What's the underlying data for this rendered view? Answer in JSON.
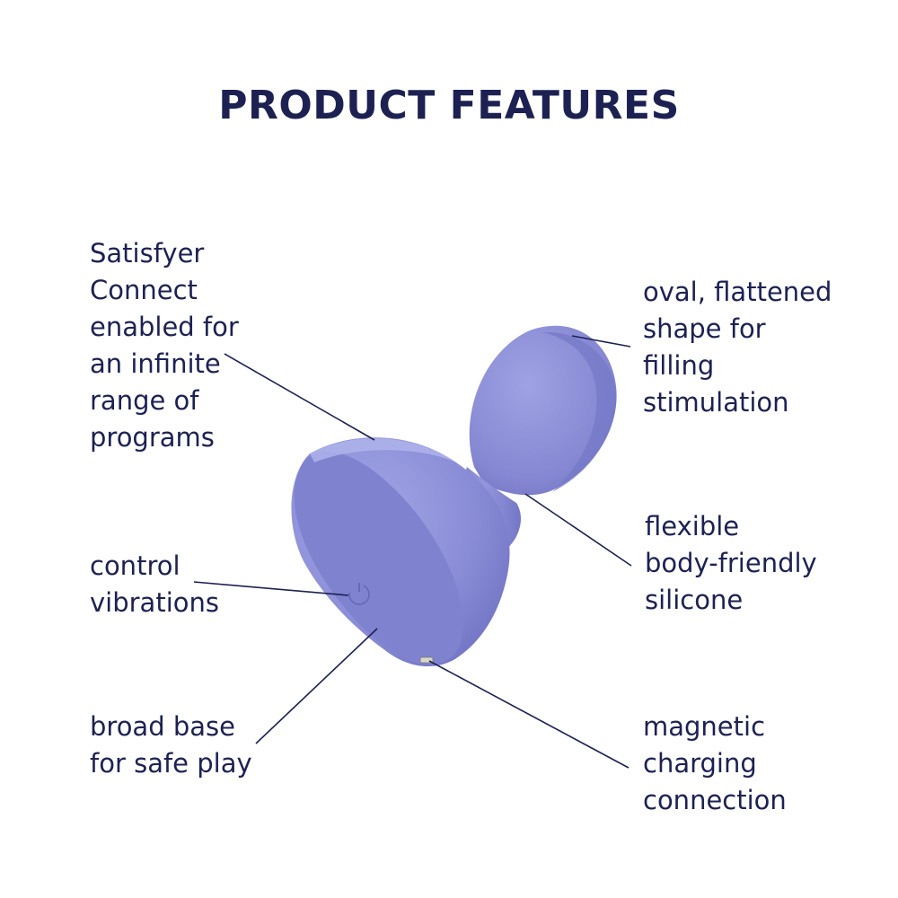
{
  "title": "PRODUCT FEATURES",
  "colors": {
    "text": "#1d2152",
    "product": "#8a8dd6",
    "product_shadow": "#6f72c2",
    "product_highlight": "#a7aae6",
    "leader": "#1d2152"
  },
  "features": {
    "connect": [
      "Satisfyer",
      "Connect",
      "enabled for",
      "an infinite",
      "range of",
      "programs"
    ],
    "control": [
      "control",
      "vibrations"
    ],
    "base": [
      "broad base",
      "for safe play"
    ],
    "oval": [
      "oval, flattened",
      "shape for",
      "filling",
      "stimulation"
    ],
    "flexible": [
      "flexible",
      "body-friendly",
      "silicone"
    ],
    "magnetic": [
      "magnetic",
      "charging",
      "connection"
    ]
  },
  "icons": {
    "power": "power-icon",
    "charging": "charging-contact-icon"
  }
}
